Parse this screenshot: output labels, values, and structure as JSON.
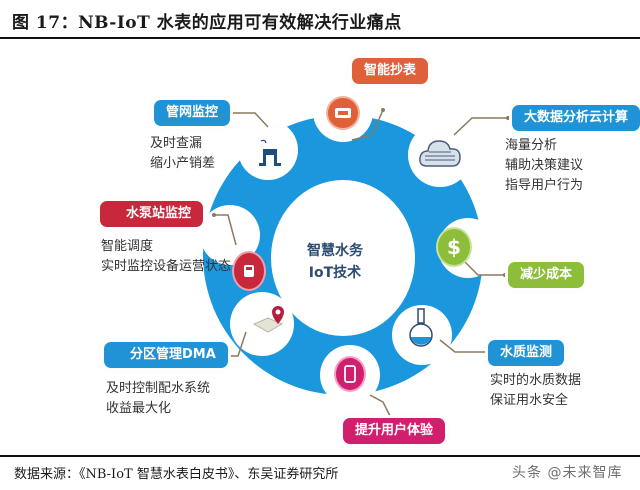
{
  "figure": {
    "title": "图 17：NB-IoT 水表的应用可有效解决行业痛点",
    "source": "数据来源：《NB-IoT 智慧水表白皮书》、东吴证券研究所",
    "watermark": "头条 @未来智库"
  },
  "center": {
    "line1": "智慧水务",
    "line2": "IoT技术"
  },
  "colors": {
    "ring": "#1a97dd",
    "orange": "#e0603a",
    "blue": "#1f93d6",
    "red": "#c8283c",
    "green": "#8dbe3a",
    "magenta": "#d11f6e",
    "connector": "#8a7a60"
  },
  "nodes": {
    "smart_meter": {
      "label": "智能抄表",
      "icon": "meter-icon"
    },
    "big_data": {
      "label": "大数据分析云计算",
      "icon": "cloud-icon",
      "desc": [
        "海量分析",
        "辅助决策建议",
        "指导用户行为"
      ]
    },
    "reduce_cost": {
      "label": "减少成本",
      "icon": "dollar-icon",
      "icon_glyph": "$"
    },
    "water_quality": {
      "label": "水质监测",
      "icon": "flask-icon",
      "desc": [
        "实时的水质数据",
        "保证用水安全"
      ]
    },
    "user_experience": {
      "label": "提升用户体验",
      "icon": "phone-icon"
    },
    "dma": {
      "label": "分区管理DMA",
      "icon": "map-pin-icon",
      "desc": [
        "及时控制配水系统",
        "收益最大化"
      ]
    },
    "pump_station": {
      "label": "水泵站监控",
      "icon": "pump-icon",
      "desc": [
        "智能调度",
        "实时监控设备运营状态"
      ]
    },
    "pipe_network": {
      "label": "管网监控",
      "icon": "pipe-icon",
      "desc": [
        "及时查漏",
        "缩小产销差"
      ]
    }
  }
}
